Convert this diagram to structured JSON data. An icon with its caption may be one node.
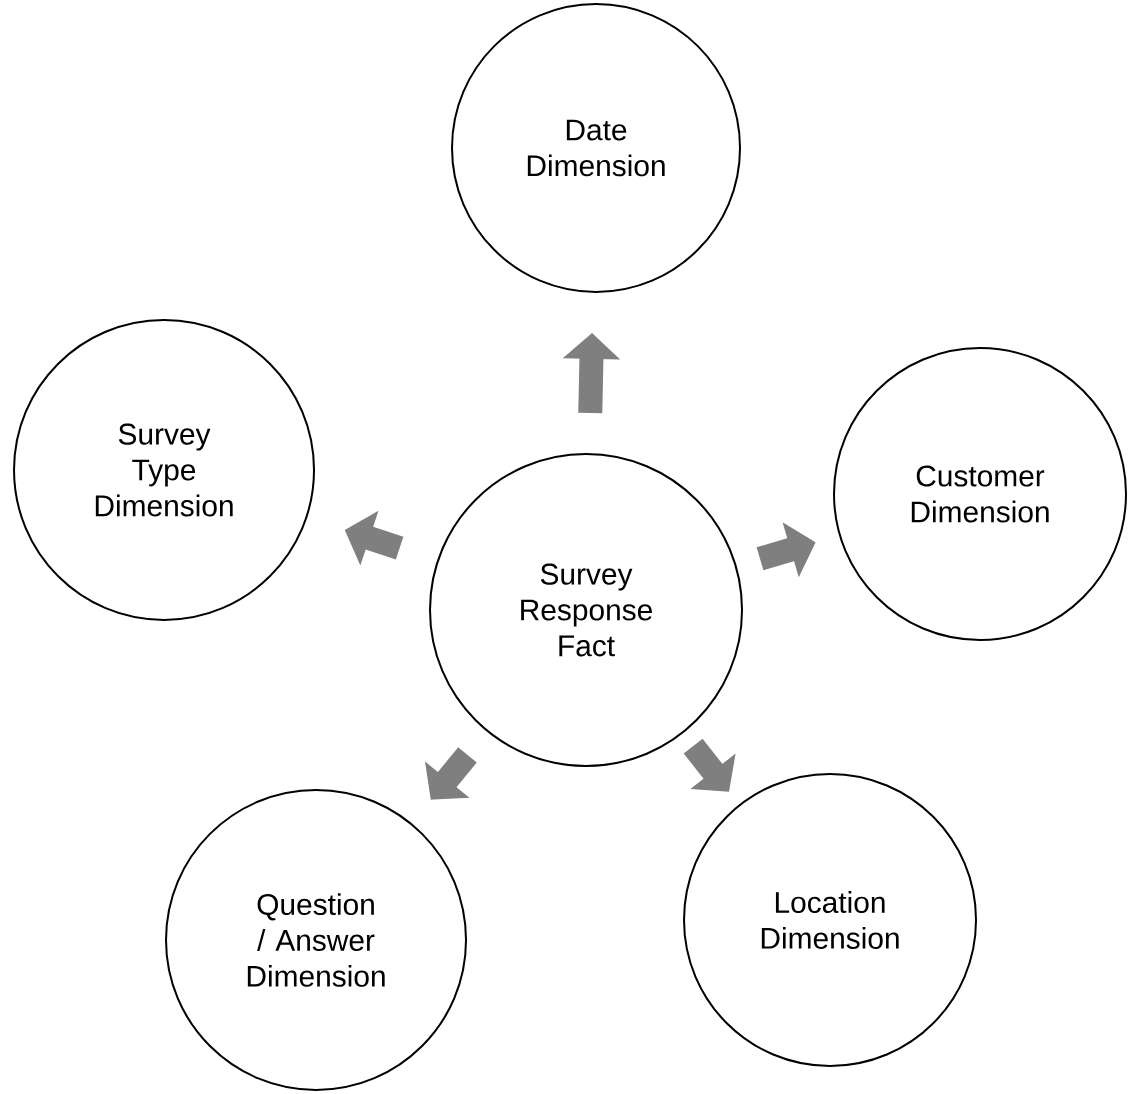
{
  "diagram": {
    "nodes": [
      {
        "text": [
          "Survey Response Fact"
        ]
      },
      {
        "text": [
          "Date Dimension"
        ]
      },
      {
        "text": [
          "Customer Dimension"
        ]
      },
      {
        "text": [
          "Location Dimension"
        ]
      },
      {
        "text": [
          "Question / Answer Dimension"
        ]
      },
      {
        "text": [
          "Survey Type Dimension"
        ]
      }
    ],
    "edges": [
      {
        "from": 0,
        "to": 1,
        "arrow": "to"
      },
      {
        "from": 0,
        "to": 2,
        "arrow": "to"
      },
      {
        "from": 0,
        "to": 3,
        "arrow": "to"
      },
      {
        "from": 0,
        "to": 4,
        "arrow": "to"
      },
      {
        "from": 0,
        "to": 5,
        "arrow": "to"
      }
    ]
  }
}
